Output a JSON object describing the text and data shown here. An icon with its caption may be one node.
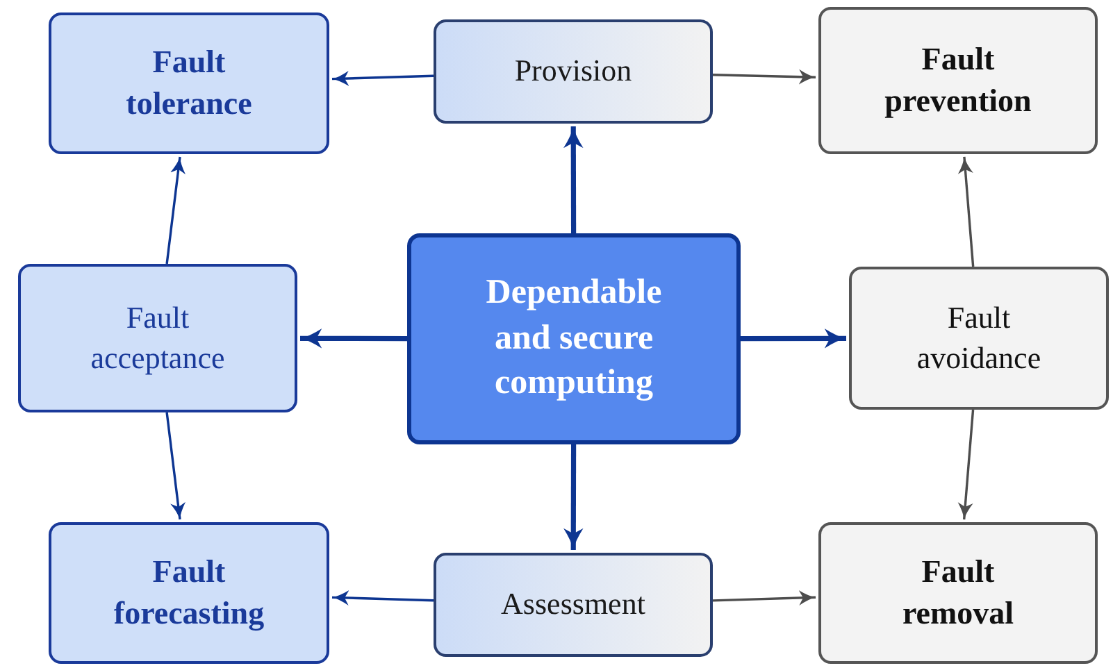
{
  "diagram": {
    "nodes": [
      {
        "text": [
          "Dependable and secure computing"
        ]
      },
      {
        "text": [
          "Provision"
        ]
      },
      {
        "text": [
          "Assessment"
        ]
      },
      {
        "text": [
          "Fault tolerance"
        ]
      },
      {
        "text": [
          "Fault acceptance"
        ]
      },
      {
        "text": [
          "Fault forecasting"
        ]
      },
      {
        "text": [
          "Fault prevention"
        ]
      },
      {
        "text": [
          "Fault avoidance"
        ]
      },
      {
        "text": [
          "Fault removal"
        ]
      }
    ],
    "edges": [
      {
        "from": 0,
        "to": 1,
        "arrow": "to",
        "style": "thick"
      },
      {
        "from": 0,
        "to": 4,
        "arrow": "to",
        "style": "thick"
      },
      {
        "from": 0,
        "to": 7,
        "arrow": "to",
        "style": "thick"
      },
      {
        "from": 0,
        "to": 2,
        "arrow": "to",
        "style": "thick"
      },
      {
        "from": 1,
        "to": 3,
        "arrow": "to"
      },
      {
        "from": 1,
        "to": 6,
        "arrow": "to",
        "color": "#4d4d4d"
      },
      {
        "from": 4,
        "to": 3,
        "arrow": "to"
      },
      {
        "from": 4,
        "to": 5,
        "arrow": "to"
      },
      {
        "from": 7,
        "to": 6,
        "arrow": "to",
        "color": "#4d4d4d"
      },
      {
        "from": 7,
        "to": 8,
        "arrow": "to",
        "color": "#4d4d4d"
      },
      {
        "from": 2,
        "to": 5,
        "arrow": "to"
      },
      {
        "from": 2,
        "to": 8,
        "arrow": "to",
        "color": "#4d4d4d"
      }
    ]
  }
}
